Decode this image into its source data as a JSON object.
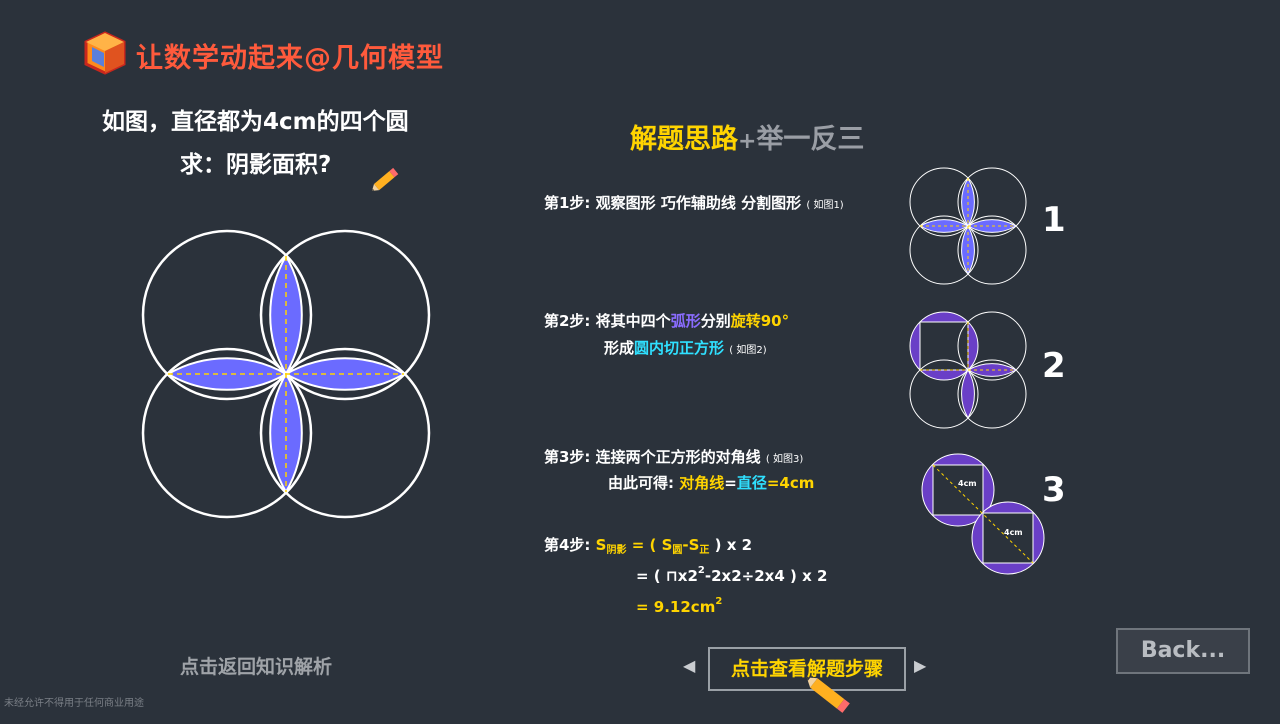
{
  "app": {
    "title": "让数学动起来@几何模型"
  },
  "question": {
    "line1": "如图，直径都为4cm的四个圆",
    "line2": "求：阴影面积?"
  },
  "heading": {
    "part1": "解题思路",
    "plus": "+",
    "part2": "举一反三"
  },
  "step1": {
    "label": "第1步:",
    "text": "观察图形 巧作辅助线  分割图形",
    "note": "( 如图1)"
  },
  "step2": {
    "label": "第2步:",
    "t1": "将其中四个",
    "arc": "弧形",
    "t2": "分别",
    "rotate": "旋转90°",
    "line2a": "形成",
    "line2b": "圆内切正方形",
    "note": "( 如图2)"
  },
  "step3": {
    "label": "第3步:",
    "text": "连接两个正方形的对角线",
    "note": "( 如图3)",
    "line2a": "由此可得:",
    "diag": "对角线",
    "eq1": "=",
    "diam": "直径",
    "eq2": "=4cm"
  },
  "step4": {
    "label": "第4步:",
    "s": "S",
    "s_sub": "阴影",
    "eq": " = ( S",
    "s2_sub": "圆",
    "minus": "-S",
    "s3_sub": "正",
    "tail": ") x 2",
    "l2a": "= ( ⊓x2",
    "l2_sup": "2",
    "l2b": "-2x2÷2x4 ) x 2",
    "l3": "= 9.12cm",
    "l3_sup": "2"
  },
  "figures": {
    "n1": "1",
    "n2": "2",
    "n3": "3",
    "label_4cm": "4cm"
  },
  "footer": {
    "back_link": "点击返回知识解析",
    "view_steps": "点击查看解题步骤",
    "back_button": "Back...",
    "prev_arrow": "◀",
    "next_arrow": "▶",
    "watermark": "未经允许不得用于任何商业用途"
  },
  "colors": {
    "petal": "#6b6bff",
    "shade_purple": "#6a3fc7",
    "accent_yellow": "#ffd400",
    "title_red": "#ff5a3c"
  },
  "icons": [
    "cube-logo-icon",
    "pencil-icon"
  ]
}
